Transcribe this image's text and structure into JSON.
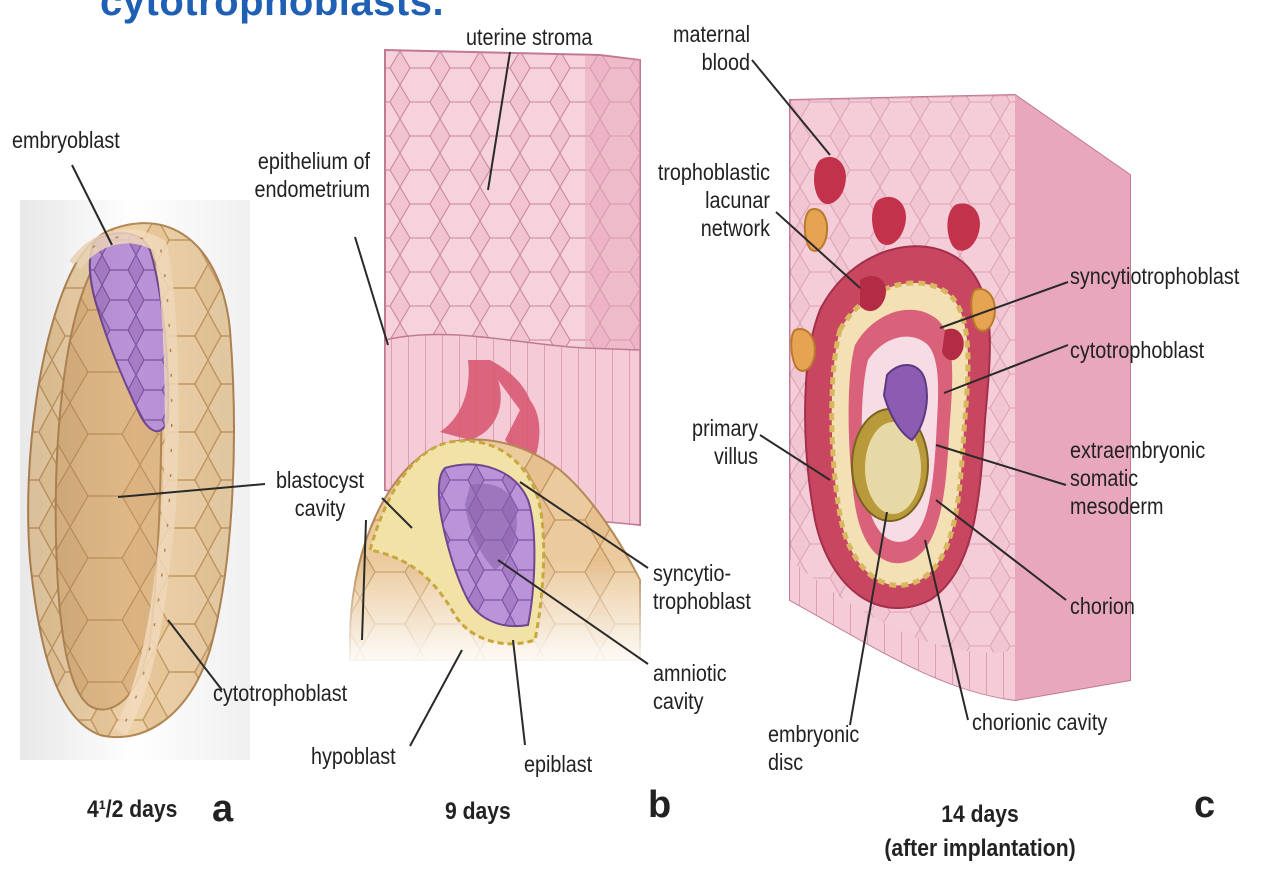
{
  "heading": "cytotrophoblasts.",
  "panel_a": {
    "letter": "a",
    "time": "4¹/2 days",
    "labels": {
      "embryoblast": "embryoblast",
      "blastocyst_cavity": "blastocyst\ncavity",
      "cytotrophoblast": "cytotrophoblast"
    }
  },
  "panel_b": {
    "letter": "b",
    "time": "9 days",
    "labels": {
      "uterine_stroma": "uterine stroma",
      "epithelium": "epithelium of\nendometrium",
      "syncytiotrophoblast": "syncytio-\ntrophoblast",
      "amniotic_cavity": "amniotic\ncavity",
      "hypoblast": "hypoblast",
      "epiblast": "epiblast"
    }
  },
  "panel_c": {
    "letter": "c",
    "time": "14 days\n(after implantation)",
    "labels": {
      "maternal_blood": "maternal\nblood",
      "trophoblastic": "trophoblastic\nlacunar\nnetwork",
      "syncytiotrophoblast": "syncytiotrophoblast",
      "cytotrophoblast": "cytotrophoblast",
      "primary_villus": "primary\nvillus",
      "extraembryonic": "extraembryonic\nsomatic\nmesoderm",
      "chorion": "chorion",
      "embryonic_disc": "embryonic\ndisc",
      "chorionic_cavity": "chorionic cavity"
    }
  },
  "colors": {
    "heading": "#1f5fb4",
    "cytotrophoblast_cell": "#eccc9f",
    "embryoblast": "#b98fd6",
    "stroma": "#f3c6d3",
    "syncytio": "#d7586d",
    "blood": "#c2324a"
  }
}
